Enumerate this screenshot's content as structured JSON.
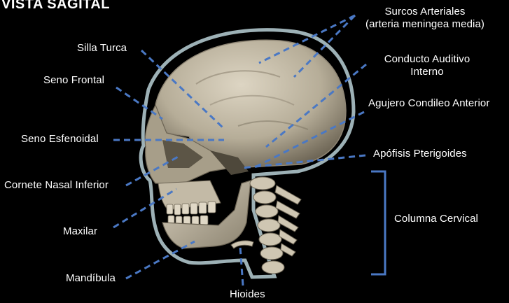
{
  "title": "VISTA SAGITAL",
  "colors": {
    "background": "#000000",
    "bone": "#c9c0ad",
    "bone_shadow": "#6f6757",
    "skin_outline": "#b8d0d6",
    "leader_line": "#4a78c4",
    "label_text": "#ffffff"
  },
  "labels": {
    "surcos_arteriales_1": "Surcos Arteriales",
    "surcos_arteriales_2": "(arteria meningea media)",
    "silla_turca": "Silla Turca",
    "conducto_auditivo_1": "Conducto Auditivo",
    "conducto_auditivo_2": "Interno",
    "seno_frontal": "Seno Frontal",
    "agujero_condileo": "Agujero Condileo Anterior",
    "seno_esfenoidal": "Seno Esfenoidal",
    "apofisis_pterigoides": "Apófisis Pterigoides",
    "cornete_nasal": "Cornete Nasal Inferior",
    "columna_cervical": "Columna Cervical",
    "maxilar": "Maxilar",
    "mandibula": "Mandíbula",
    "hioides": "Hioides"
  }
}
